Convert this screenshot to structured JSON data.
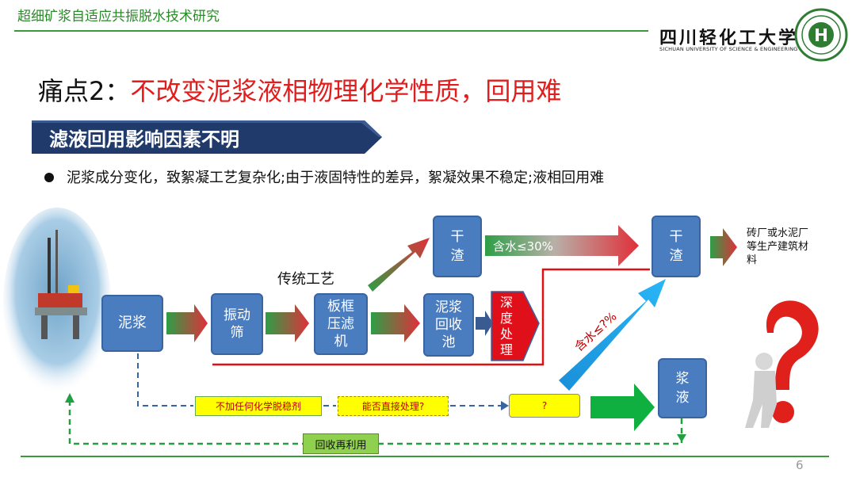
{
  "header": {
    "title": "超细矿浆自适应共振脱水技术研究"
  },
  "university": {
    "name_cn": "四川轻化工大学",
    "name_en": "SICHUAN UNIVERSITY OF SCIENCE & ENGINEERING"
  },
  "slide": {
    "title_prefix": "痛点2：",
    "title_highlight": "不改变泥浆液相物理化学性质，回用难",
    "section_banner": "滤液回用影响因素不明",
    "bullet": "泥浆成分变化，致絮凝工艺复杂化;由于液固特性的差异，絮凝效果不稳定;液相回用难",
    "page_number": "6"
  },
  "diagram": {
    "traditional_label": "传统工艺",
    "nodes": {
      "mud": "泥浆",
      "vibrating_screen": "振动筛",
      "filter_press": "板框压滤机",
      "mud_pool": "泥浆回收池",
      "deep_treatment": "深度处理",
      "dry_residue_1": "干渣",
      "dry_residue_2": "干渣",
      "slurry": "浆液"
    },
    "water_content_1": "含水≤30%",
    "water_content_2": "含水≤?%",
    "final_use": "砖厂或水泥厂等生产建筑材料",
    "no_chemical": "不加任何化学脱稳剂",
    "direct_treat": "能否直接处理?",
    "unknown": "?",
    "recycle": "回收再利用"
  },
  "colors": {
    "accent_red": "#e11d1d",
    "box_blue": "#4a7cc0",
    "banner_navy": "#1f3a6b",
    "line_green": "#3a9a3a"
  }
}
